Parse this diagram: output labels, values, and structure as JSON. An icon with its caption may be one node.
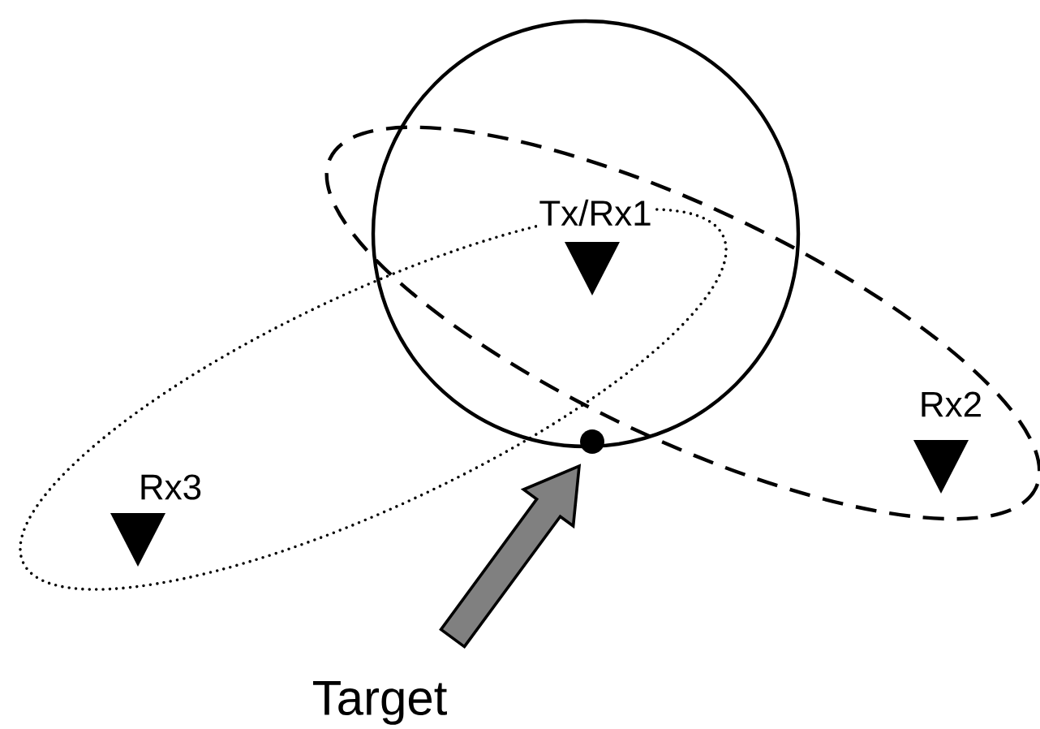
{
  "diagram": {
    "nodes": [
      {
        "text": [
          "Tx/Rx1"
        ]
      },
      {
        "text": [
          "Rx2"
        ]
      },
      {
        "text": [
          "Rx3"
        ]
      },
      {
        "text": [
          "Target"
        ]
      },
      {
        "text": [],
        "shape": "circle"
      }
    ],
    "edges": [
      {
        "from": 3,
        "to": 4,
        "arrow": "to"
      }
    ]
  }
}
